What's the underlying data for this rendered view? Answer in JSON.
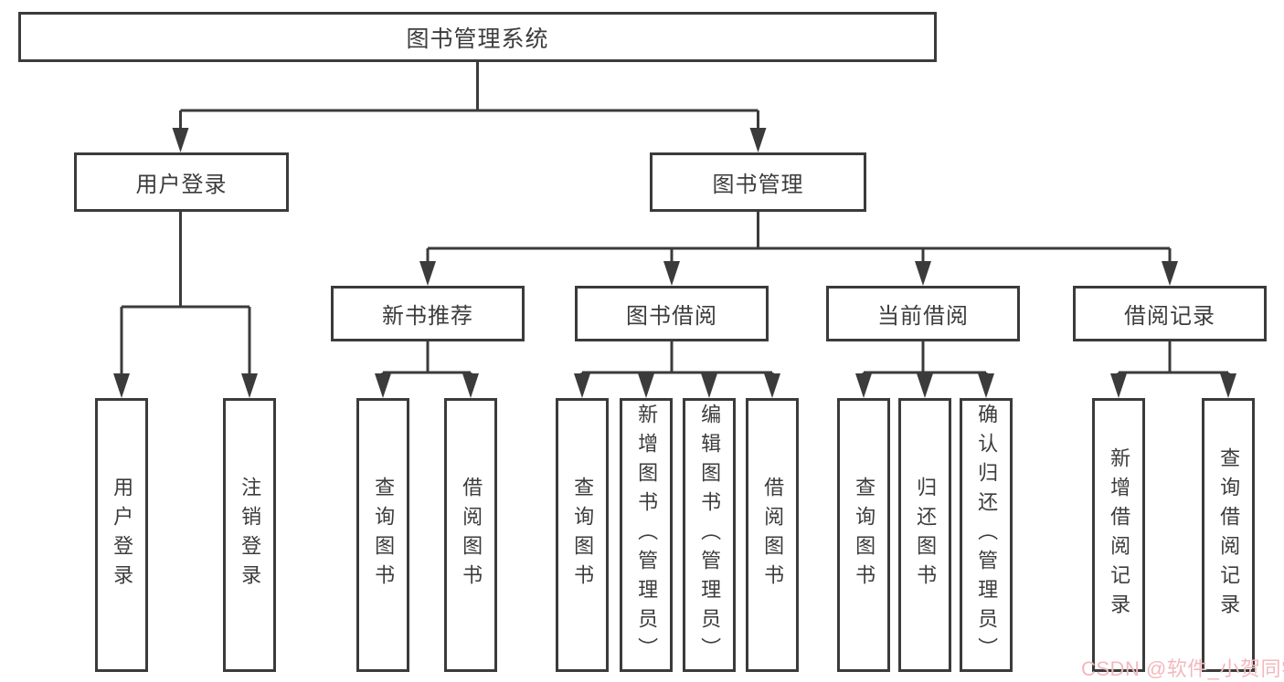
{
  "colors": {
    "line": "#3b3b3b",
    "text": "#3c3c3c",
    "watermark_pink": "#f3b8be",
    "background": "#ffffff"
  },
  "watermark": {
    "text": "CSDN @软件_小贺同学"
  },
  "tree": {
    "root": {
      "label": "图书管理系统"
    },
    "branches": [
      {
        "label": "用户登录",
        "leaves": [
          {
            "label": "用户登录"
          },
          {
            "label": "注销登录"
          }
        ]
      },
      {
        "label": "图书管理",
        "children": [
          {
            "label": "新书推荐",
            "leaves": [
              {
                "label": "查询图书"
              },
              {
                "label": "借阅图书"
              }
            ]
          },
          {
            "label": "图书借阅",
            "leaves": [
              {
                "label": "查询图书"
              },
              {
                "label": "新增图书（管理员）"
              },
              {
                "label": "编辑图书（管理员）"
              },
              {
                "label": "借阅图书"
              }
            ]
          },
          {
            "label": "当前借阅",
            "leaves": [
              {
                "label": "查询图书"
              },
              {
                "label": "归还图书"
              },
              {
                "label": "确认归还（管理员）"
              }
            ]
          },
          {
            "label": "借阅记录",
            "leaves": [
              {
                "label": "新增借阅记录"
              },
              {
                "label": "查询借阅记录"
              }
            ]
          }
        ]
      }
    ]
  }
}
